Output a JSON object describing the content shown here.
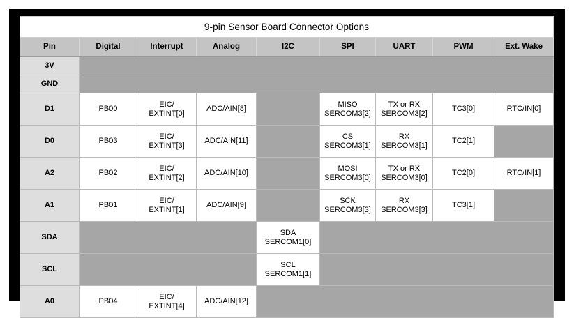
{
  "table": {
    "title": "9-pin Sensor Board Connector Options",
    "columns": [
      "Pin",
      "Digital",
      "Interrupt",
      "Analog",
      "I2C",
      "SPI",
      "UART",
      "PWM",
      "Ext. Wake"
    ],
    "rows": [
      {
        "pin": "3V",
        "digital": "",
        "interrupt": "",
        "analog": "",
        "i2c": "",
        "spi": "",
        "uart": "",
        "pwm": "",
        "ext_wake": ""
      },
      {
        "pin": "GND",
        "digital": "",
        "interrupt": "",
        "analog": "",
        "i2c": "",
        "spi": "",
        "uart": "",
        "pwm": "",
        "ext_wake": ""
      },
      {
        "pin": "D1",
        "digital": "PB00",
        "interrupt_l1": "EIC/",
        "interrupt_l2": "EXTINT[0]",
        "analog": "ADC/AIN[8]",
        "i2c": "",
        "spi_l1": "MISO",
        "spi_l2": "SERCOM3[2]",
        "uart_l1": "TX or RX",
        "uart_l2": "SERCOM3[2]",
        "pwm": "TC3[0]",
        "ext_wake": "RTC/IN[0]"
      },
      {
        "pin": "D0",
        "digital": "PB03",
        "interrupt_l1": "EIC/",
        "interrupt_l2": "EXTINT[3]",
        "analog": "ADC/AIN[11]",
        "i2c": "",
        "spi_l1": "CS",
        "spi_l2": "SERCOM3[1]",
        "uart_l1": "RX",
        "uart_l2": "SERCOM3[1]",
        "pwm": "TC2[1]",
        "ext_wake": ""
      },
      {
        "pin": "A2",
        "digital": "PB02",
        "interrupt_l1": "EIC/",
        "interrupt_l2": "EXTINT[2]",
        "analog": "ADC/AIN[10]",
        "i2c": "",
        "spi_l1": "MOSI",
        "spi_l2": "SERCOM3[0]",
        "uart_l1": "TX or RX",
        "uart_l2": "SERCOM3[0]",
        "pwm": "TC2[0]",
        "ext_wake": "RTC/IN[1]"
      },
      {
        "pin": "A1",
        "digital": "PB01",
        "interrupt_l1": "EIC/",
        "interrupt_l2": "EXTINT[1]",
        "analog": "ADC/AIN[9]",
        "i2c": "",
        "spi_l1": "SCK",
        "spi_l2": "SERCOM3[3]",
        "uart_l1": "RX",
        "uart_l2": "SERCOM3[3]",
        "pwm": "TC3[1]",
        "ext_wake": ""
      },
      {
        "pin": "SDA",
        "digital": "",
        "interrupt": "",
        "analog": "",
        "i2c_l1": "SDA",
        "i2c_l2": "SERCOM1[0]",
        "spi": "",
        "uart": "",
        "pwm": "",
        "ext_wake": ""
      },
      {
        "pin": "SCL",
        "digital": "",
        "interrupt": "",
        "analog": "",
        "i2c_l1": "SCL",
        "i2c_l2": "SERCOM1[1]",
        "spi": "",
        "uart": "",
        "pwm": "",
        "ext_wake": ""
      },
      {
        "pin": "A0",
        "digital": "PB04",
        "interrupt_l1": "EIC/",
        "interrupt_l2": "EXTINT[4]",
        "analog": "ADC/AIN[12]",
        "i2c": "",
        "spi": "",
        "uart": "",
        "pwm": "",
        "ext_wake": ""
      }
    ]
  },
  "colors": {
    "frame": "#000000",
    "title_bg": "#ffffff",
    "header_bg": "#c4c4c4",
    "pin_bg": "#dedede",
    "cell_bg": "#ffffff",
    "empty_bg": "#a6a6a6",
    "text": "#000000"
  }
}
